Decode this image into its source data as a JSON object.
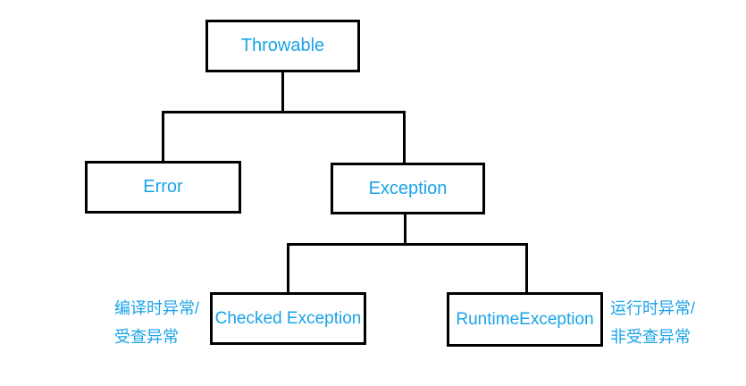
{
  "colors": {
    "accent": "#1aa3e8",
    "line": "#000000",
    "background": "#ffffff"
  },
  "nodes": {
    "throwable": "Throwable",
    "error": "Error",
    "exception": "Exception",
    "checked": "Checked Exception",
    "runtime": "RuntimeException"
  },
  "annotations": {
    "checked_line1": "编译时异常/",
    "checked_line2": "受查异常",
    "runtime_line1": "运行时异常/",
    "runtime_line2": "非受查异常"
  }
}
